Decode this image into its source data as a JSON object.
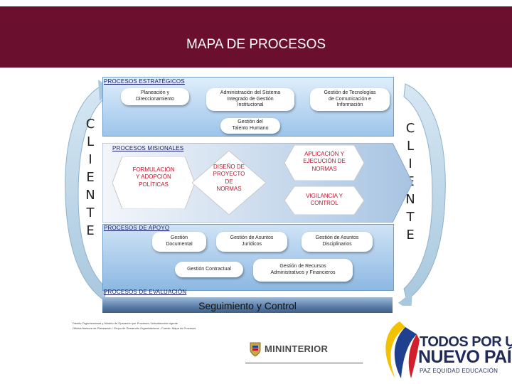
{
  "header": {
    "title": "MAPA DE PROCESOS",
    "background": "#6b0f2e"
  },
  "clientes": {
    "letters": [
      "C",
      "L",
      "I",
      "E",
      "N",
      "T",
      "E"
    ]
  },
  "estrategicos": {
    "label": "PROCESOS ESTRATÉGICOS",
    "items": [
      "Planeación y\nDireccionamiento",
      "Administración del Sistema\nIntegrado de Gestión\nInstitucional",
      "Gestión de Tecnologías\nde Comunicación e\nInformación",
      "Gestión del\nTalento Humano"
    ]
  },
  "misionales": {
    "label": "PROCESOS MISIONALES",
    "items": [
      "FORMULACIÓN\nY ADOPCIÓN\nPOLÍTICAS",
      "DISEÑO DE\nPROYECTO\nDE\nNORMAS",
      "APLICACIÓN Y\nEJECUCIÓN DE\nNORMAS",
      "VIGILANCIA Y\nCONTROL"
    ],
    "text_color": "#c0142c"
  },
  "apoyo": {
    "label": "PROCESOS DE APOYO",
    "items": [
      "Gestión\nDocumental",
      "Gestión de Asuntos\nJurídicos",
      "Gestión de Asuntos\nDisciplinarios",
      "Gestión Contractual",
      "Gestión de Recursos\nAdministrativos y Financieros"
    ]
  },
  "evaluacion": {
    "label": "PROCESOS DE EVALUACIÓN",
    "title": "Seguimiento y Control"
  },
  "footnote": {
    "line1": "Diseño Organizacional y Modelo de Operación por Procesos / Actualización vigente",
    "line2": "Oficina Asesora de Planeación / Grupo de Desarrollo Organizacional - Fuente: Mapa de Procesos"
  },
  "logos": {
    "ministry": "MININTERIOR",
    "slogan_line1": "TODOS POR UN",
    "slogan_line2": "NUEVO PAÍS",
    "slogan_line3": "PAZ  EQUIDAD  EDUCACIÓN"
  },
  "colors": {
    "accent_red": "#c0142c",
    "navy": "#1f2a5a",
    "blue_box": "#9cc4ea"
  }
}
